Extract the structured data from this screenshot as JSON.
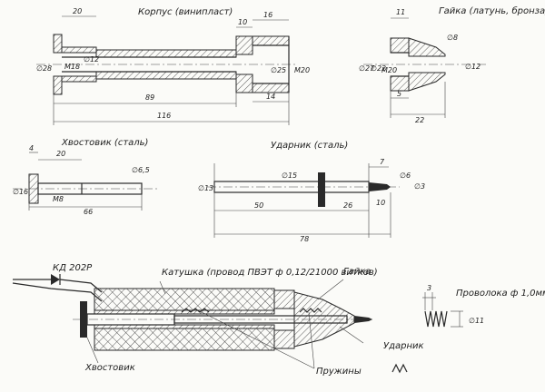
{
  "titles": {
    "korpus": "Корпус (винипласт)",
    "gaika": "Гайка (латунь, бронза)",
    "khvostovik": "Хвостовик (сталь)",
    "udarnik": "Ударник (сталь)",
    "provoloka": "Проволока ф 1,0мм"
  },
  "labels": {
    "diode": "КД 202Р",
    "katushka": "Катушка (провод ПВЭТ ф 0,12/21000 витков)",
    "gaika": "Гайка",
    "udarnik": "Ударник",
    "khvostovik": "Хвостовик",
    "pruzhiny": "Пружины"
  },
  "dims": {
    "korpus": [
      "20",
      "10",
      "16",
      "∅28",
      "M18",
      "∅12",
      "∅25",
      "M20",
      "89",
      "14",
      "116"
    ],
    "gaika": [
      "11",
      "∅27",
      "∅22",
      "M20",
      "∅8",
      "∅12",
      "5",
      "22"
    ],
    "khvostovik": [
      "20",
      "4",
      "∅16",
      "M8",
      "∅6,5",
      "66"
    ],
    "udarnik": [
      "∅13",
      "∅15",
      "50",
      "26",
      "10",
      "7",
      "∅6",
      "∅3",
      "78"
    ],
    "spring": [
      "3",
      "∅11"
    ]
  }
}
